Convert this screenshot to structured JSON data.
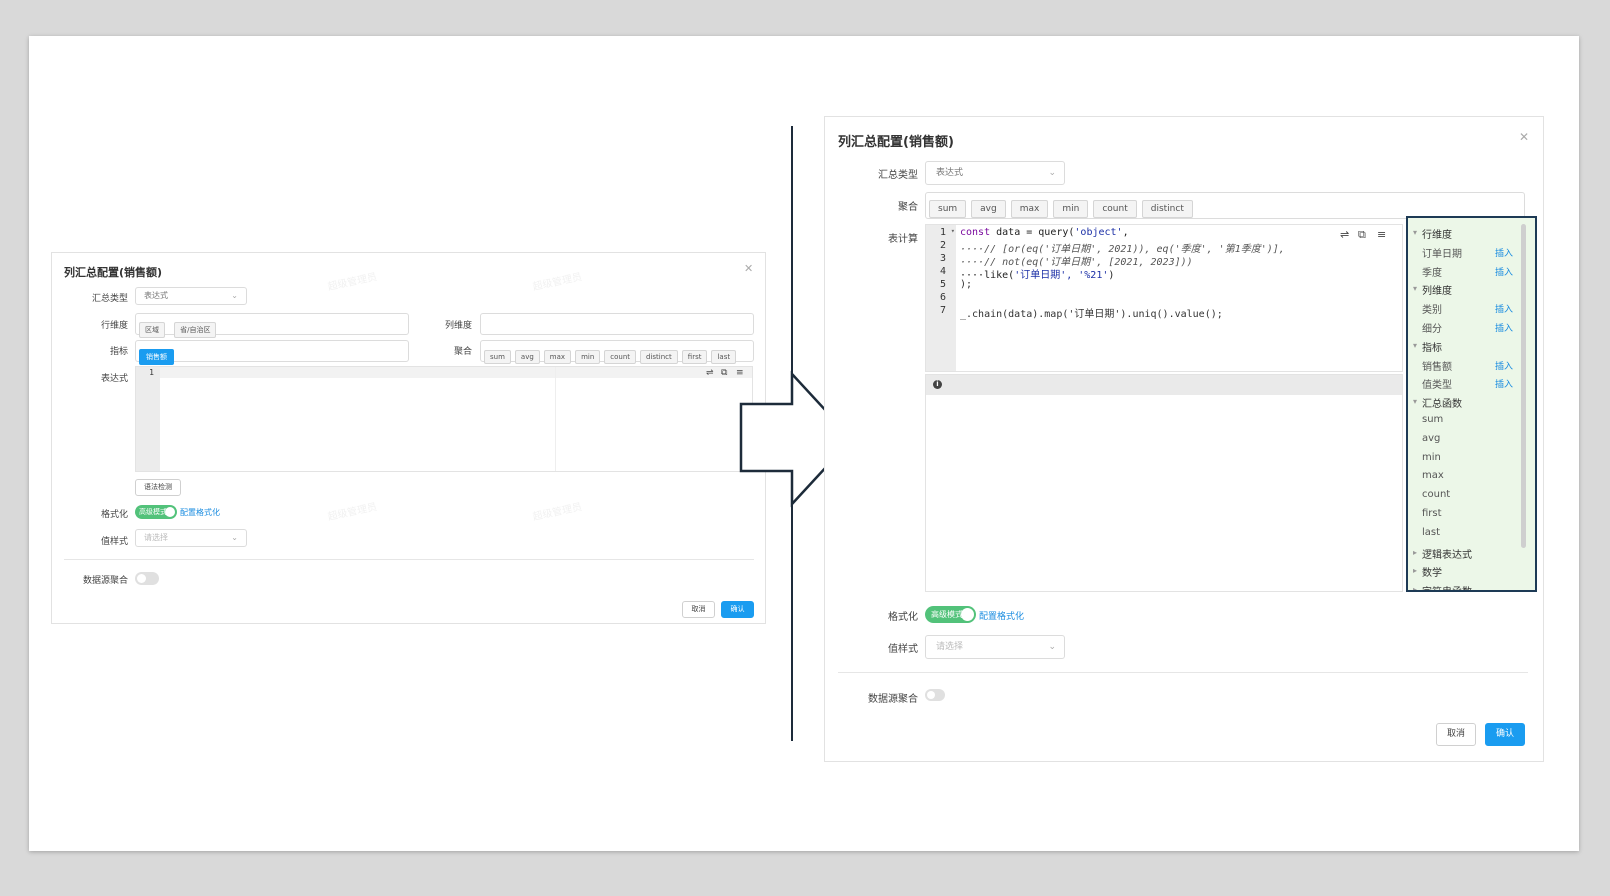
{
  "left_dialog": {
    "title": "列汇总配置(销售额)",
    "summary_type_label": "汇总类型",
    "summary_type_value": "表达式",
    "row_dim_label": "行维度",
    "row_dim_chips": [
      "区域",
      "省/自治区"
    ],
    "col_dim_label": "列维度",
    "metric_label": "指标",
    "metric_chips": [
      "销售额"
    ],
    "agg_label": "聚合",
    "agg_chips": [
      "sum",
      "avg",
      "max",
      "min",
      "count",
      "distinct",
      "first",
      "last"
    ],
    "expr_label": "表达式",
    "expr_line_number": "1",
    "syntax_check_button": "语法检测",
    "format_label": "格式化",
    "format_toggle_text": "高级模式",
    "format_link": "配置格式化",
    "value_style_label": "值样式",
    "value_style_placeholder": "请选择",
    "datasource_agg_label": "数据源聚合",
    "cancel_button": "取消",
    "confirm_button": "确认",
    "watermark_text": "超级管理员"
  },
  "right_dialog": {
    "title": "列汇总配置(销售额)",
    "summary_type_label": "汇总类型",
    "summary_type_value": "表达式",
    "agg_label": "聚合",
    "agg_chips": [
      "sum",
      "avg",
      "max",
      "min",
      "count",
      "distinct"
    ],
    "calc_label": "表计算",
    "code_line_numbers": [
      "1",
      "2",
      "3",
      "4",
      "5",
      "6",
      "7"
    ],
    "code_line_1_a": "const",
    "code_line_1_b": " data ",
    "code_line_1_c": "= query(",
    "code_line_1_d": "'object'",
    "code_line_1_e": ",",
    "code_line_2": "····// [or(eq('订单日期', 2021)), eq('季度', '第1季度')],",
    "code_line_3": "····// not(eq('订单日期', [2021, 2023]))",
    "code_line_4_a": "····like(",
    "code_line_4_b": "'订单日期', '%21'",
    "code_line_4_c": ")",
    "code_line_5": ");",
    "code_line_7": "_.chain(data).map('订单日期').uniq().value();",
    "info_icon": "i",
    "format_label": "格式化",
    "format_toggle_text": "高级模式",
    "format_link": "配置格式化",
    "value_style_label": "值样式",
    "value_style_placeholder": "请选择",
    "datasource_agg_label": "数据源聚合",
    "cancel_button": "取消",
    "confirm_button": "确认",
    "tree": [
      {
        "label": "行维度",
        "group": true,
        "insert": ""
      },
      {
        "label": "订单日期",
        "group": false,
        "insert": "插入"
      },
      {
        "label": "季度",
        "group": false,
        "insert": "插入"
      },
      {
        "label": "列维度",
        "group": true,
        "insert": ""
      },
      {
        "label": "类别",
        "group": false,
        "insert": "插入"
      },
      {
        "label": "细分",
        "group": false,
        "insert": "插入"
      },
      {
        "label": "指标",
        "group": true,
        "insert": ""
      },
      {
        "label": "销售额",
        "group": false,
        "insert": "插入"
      },
      {
        "label": "值类型",
        "group": false,
        "insert": "插入"
      },
      {
        "label": "汇总函数",
        "group": true,
        "insert": ""
      },
      {
        "label": "sum",
        "group": false,
        "insert": ""
      },
      {
        "label": "avg",
        "group": false,
        "insert": ""
      },
      {
        "label": "min",
        "group": false,
        "insert": ""
      },
      {
        "label": "max",
        "group": false,
        "insert": ""
      },
      {
        "label": "count",
        "group": false,
        "insert": ""
      },
      {
        "label": "first",
        "group": false,
        "insert": ""
      },
      {
        "label": "last",
        "group": false,
        "insert": ""
      },
      {
        "label": "逻辑表达式",
        "group": true,
        "insert": ""
      },
      {
        "label": "数学",
        "group": true,
        "insert": ""
      },
      {
        "label": "字符串函数",
        "group": true,
        "insert": ""
      }
    ]
  },
  "colors": {
    "primary": "#1a9cf0",
    "toggle_on": "#52c27a",
    "tree_bg": "#ecf7e8",
    "highlight_border": "#1d3a55"
  }
}
